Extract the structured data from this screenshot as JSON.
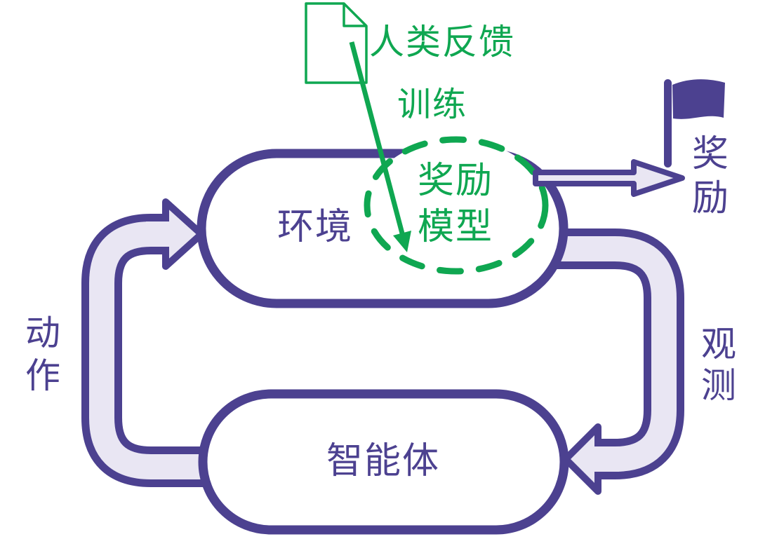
{
  "colors": {
    "purple": "#4c4190",
    "lavender": "#e9e6f3",
    "green": "#0fa751",
    "background": "#ffffff"
  },
  "nodes": {
    "environment": {
      "label": "环境"
    },
    "agent": {
      "label": "智能体"
    },
    "reward_model": {
      "label": "奖励模型",
      "line1": "奖励",
      "line2": "模型"
    }
  },
  "edges": {
    "action": {
      "label": "动作",
      "line1": "动",
      "line2": "作"
    },
    "observation": {
      "label": "观测",
      "line1": "观",
      "line2": "测"
    },
    "reward": {
      "label": "奖励",
      "line1": "奖",
      "line2": "励"
    },
    "human_feedback": {
      "label": "人类反馈"
    },
    "training": {
      "label": "训练"
    }
  },
  "icons": {
    "document": "document-icon",
    "flag": "flag-icon"
  }
}
